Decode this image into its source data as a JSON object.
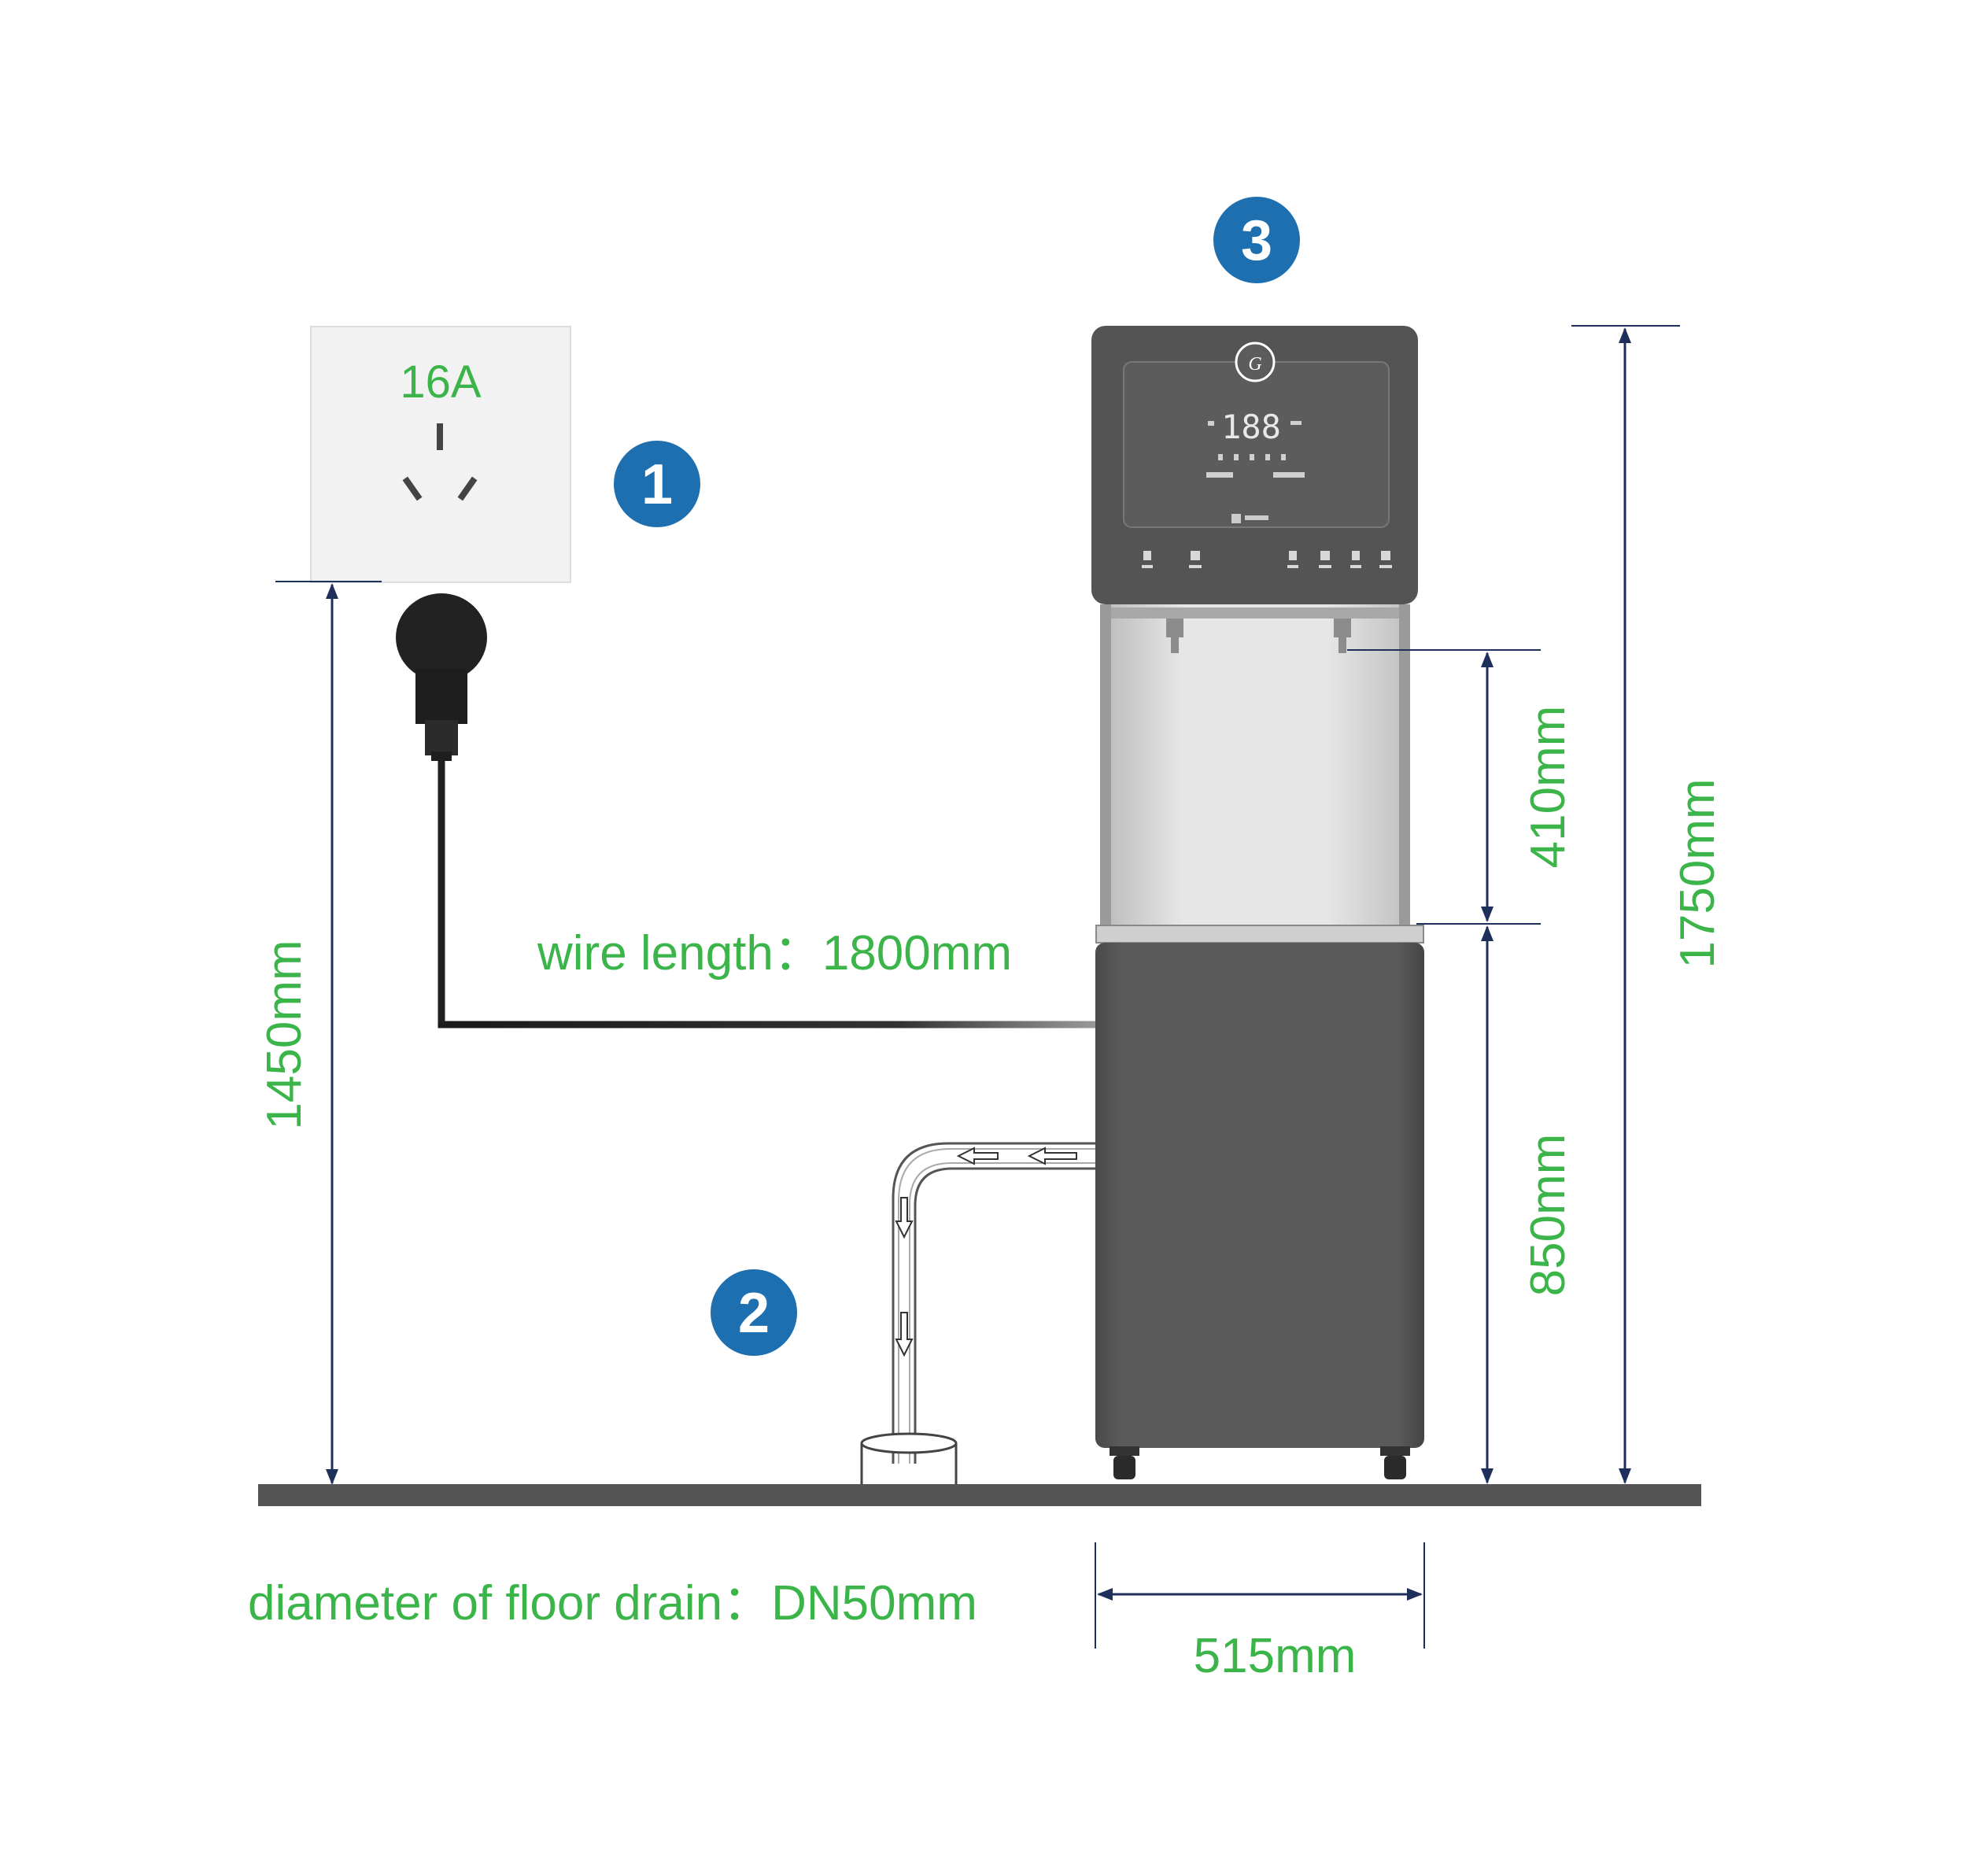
{
  "socket": {
    "rating": "16A"
  },
  "badges": {
    "b1": "1",
    "b2": "2",
    "b3": "3"
  },
  "dimensions": {
    "socket_height": "1450mm",
    "wire_length": "wire length：1800mm",
    "total_height": "1750mm",
    "faucet_clearance": "410mm",
    "counter_height": "850mm",
    "width": "515mm",
    "floor_drain": "diameter of floor drain：DN50mm"
  },
  "device": {
    "display_digits": "188",
    "brand_icon": "ge-logo-icon"
  },
  "colors": {
    "dimension_text": "#3bb54a",
    "badge": "#1d6fb0",
    "dimension_line": "#1f2f5c",
    "device_body": "#555555",
    "floor": "#555555"
  }
}
